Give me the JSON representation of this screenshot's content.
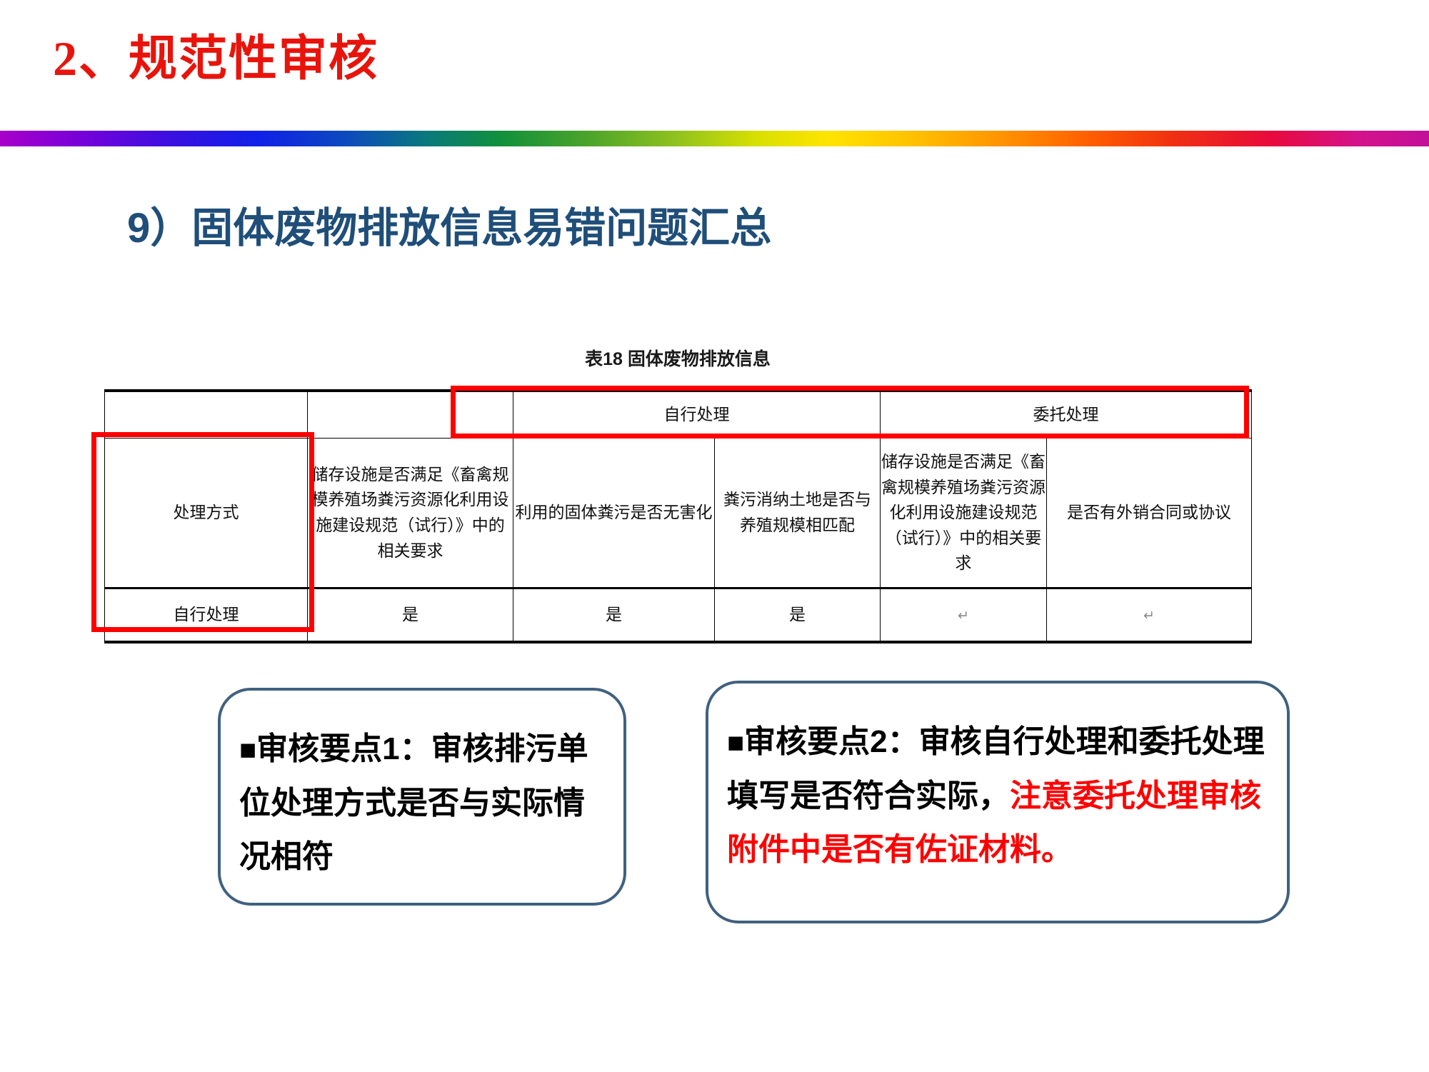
{
  "slide": {
    "title": "2、规范性审核",
    "title_color": "#e8140c",
    "heading": "9）固体废物排放信息易错问题汇总",
    "heading_color": "#1f4e79"
  },
  "table": {
    "caption": "表18 固体废物排放信息",
    "group_headers": {
      "blank_1": "",
      "blank_2": "",
      "self_treatment": "自行处理",
      "entrusted_treatment": "委托处理"
    },
    "criteria_row": {
      "label": "处理方式",
      "c1": "储存设施是否满足《畜禽规模养殖场粪污资源化利用设施建设规范（试行）》中的相关要求",
      "c2": "利用的固体粪污是否无害化",
      "c3": "粪污消纳土地是否与养殖规模相匹配",
      "c4": "储存设施是否满足《畜禽规模养殖场粪污资源化利用设施建设规范（试行）》中的相关要求",
      "c5": "是否有外销合同或协议"
    },
    "answer_row": {
      "label": "自行处理",
      "a1": "是",
      "a2": "是",
      "a3": "是",
      "a4": "",
      "a5": ""
    },
    "pilcrow": "↵"
  },
  "annotations": {
    "highlight_color": "#ff0000",
    "box_header_label": "自行处理 / 委托处理 表头",
    "box_firstcol_label": "处理方式 / 自行处理 首列"
  },
  "callouts": [
    {
      "bullet": "■",
      "text": "审核要点1：审核排污单位处理方式是否与实际情况相符",
      "emphasis": "",
      "border_color": "#40617f"
    },
    {
      "bullet": "■",
      "text": "审核要点2：审核自行处理和委托处理填写是否符合实际，",
      "emphasis": "注意委托处理审核附件中是否有佐证材料。",
      "emphasis_color": "#ff0000",
      "border_color": "#40617f"
    }
  ]
}
